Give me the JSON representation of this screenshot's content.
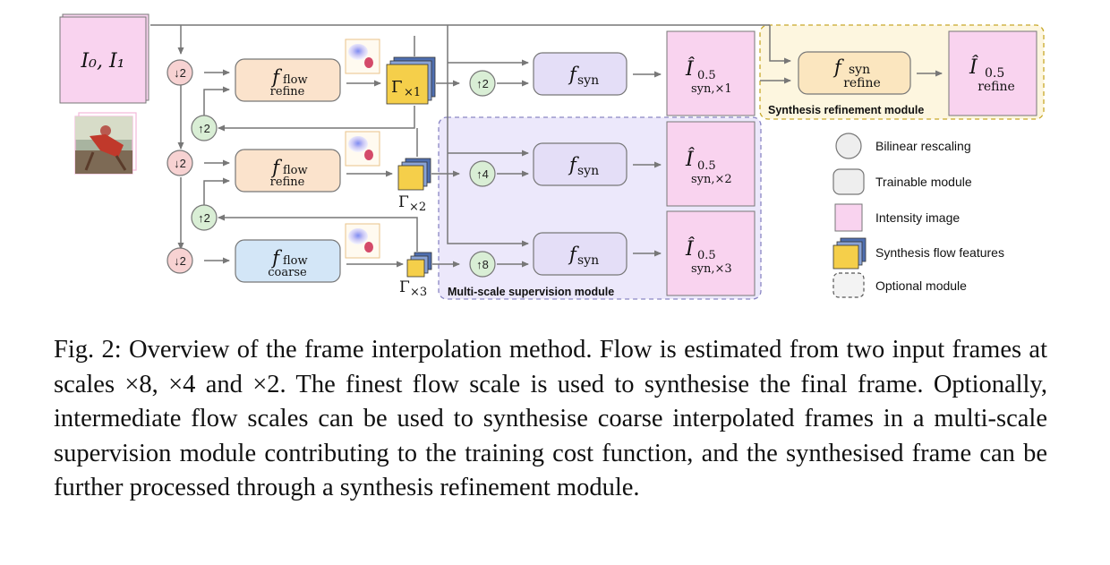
{
  "diagram": {
    "input_label": "I₀, I₁",
    "down_label": "↓2",
    "up2_label": "↑2",
    "up4_label": "↑4",
    "up8_label": "↑8",
    "f_symbol": "f",
    "flow_sub": "flow",
    "refine_sub": "refine",
    "coarse_sub": "coarse",
    "syn_sub": "syn",
    "gamma_symbol": "Γ",
    "scale_x1": "×1",
    "scale_x2": "×2",
    "scale_x3": "×3",
    "ihat_symbol": "Î",
    "ihat_sub": "0.5",
    "ihat_syn_x1": "syn,×1",
    "ihat_syn_x2": "syn,×2",
    "ihat_syn_x3": "syn,×3",
    "ihat_refine": "refine",
    "refinement_module_label": "Synthesis refinement module",
    "multiscale_module_label": "Multi-scale supervision module"
  },
  "legend": {
    "items": [
      {
        "label": "Bilinear rescaling",
        "icon": "circle-icon"
      },
      {
        "label": "Trainable module",
        "icon": "rounded-box-icon"
      },
      {
        "label": "Intensity image",
        "icon": "pink-square-icon"
      },
      {
        "label": "Synthesis flow features",
        "icon": "stacked-features-icon"
      },
      {
        "label": "Optional module",
        "icon": "dashed-box-icon"
      }
    ]
  },
  "caption": {
    "label": "Fig. 2:",
    "text": " Overview of the frame interpolation method. Flow is estimated from two input frames at scales ×8, ×4 and ×2. The finest flow scale is used to synthesise the final frame. Optionally, intermediate flow scales can be used to synthesise coarse interpolated frames in a multi-scale supervision module contributing to the training cost function, and the synthesised frame can be further processed through a synthesis refinement module."
  },
  "colors": {
    "pink_image": "#f9d3ef",
    "refine_box": "#fbe3cc",
    "coarse_box": "#d3e6f7",
    "syn_box": "#e4def7",
    "down_circle": "#f7d2d2",
    "up_circle": "#d9eed5",
    "multiscale_bg": "#ece8fb",
    "multiscale_border": "#8a86c4",
    "refinement_bg": "#fdf6df",
    "refinement_border": "#c8a829",
    "feature_yellow": "#f5cf4a",
    "feature_blue": "#4f6fb0"
  }
}
